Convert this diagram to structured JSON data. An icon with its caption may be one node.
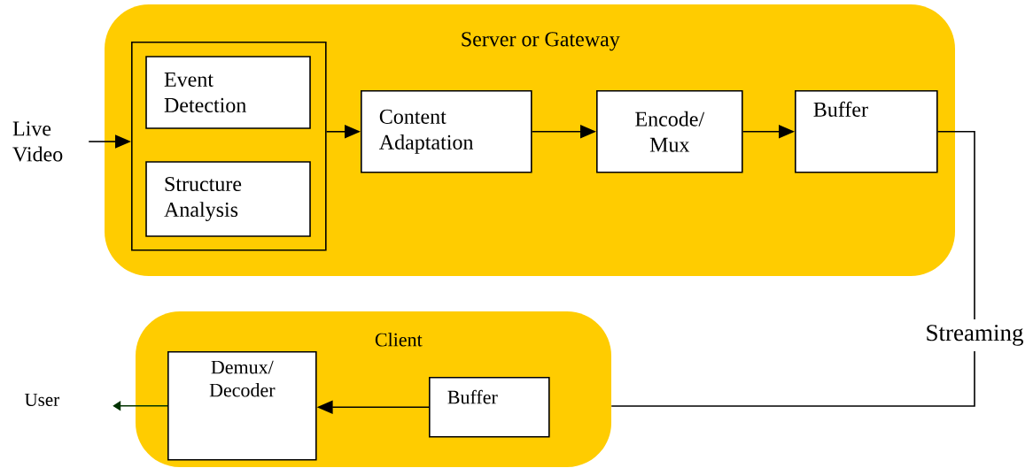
{
  "diagram": {
    "nodes": [
      {
        "text": [
          "Server or Gateway"
        ]
      },
      {
        "text": [],
        "shape": "box",
        "in": 0
      },
      {
        "text": [
          "Event Detection"
        ],
        "in": 1
      },
      {
        "text": [
          "Structure Analysis"
        ],
        "in": 1
      },
      {
        "text": [
          "Content Adaptation"
        ],
        "in": 0
      },
      {
        "text": [
          "Encode/ Mux"
        ],
        "in": 0
      },
      {
        "text": [
          "Buffer"
        ],
        "in": 0
      },
      {
        "text": [
          "Live Video"
        ]
      },
      {
        "text": [
          "Client"
        ]
      },
      {
        "text": [
          "Demux/ Decoder"
        ],
        "in": 8
      },
      {
        "text": [
          "Buffer"
        ],
        "in": 8
      },
      {
        "text": [
          "User"
        ]
      },
      {
        "text": [
          "Streaming"
        ]
      }
    ],
    "edges": [
      {
        "from": 7,
        "to": 1,
        "arrow": "to"
      },
      {
        "from": 1,
        "to": 4,
        "arrow": "to"
      },
      {
        "from": 4,
        "to": 5,
        "arrow": "to"
      },
      {
        "from": 5,
        "to": 6,
        "arrow": "to"
      },
      {
        "from": 6,
        "to": 12,
        "arrow": "none"
      },
      {
        "from": 12,
        "to": 8,
        "arrow": "none"
      },
      {
        "from": 10,
        "to": 9,
        "arrow": "to"
      },
      {
        "from": 9,
        "to": 11,
        "arrow": "to",
        "color": "#003300"
      }
    ]
  }
}
